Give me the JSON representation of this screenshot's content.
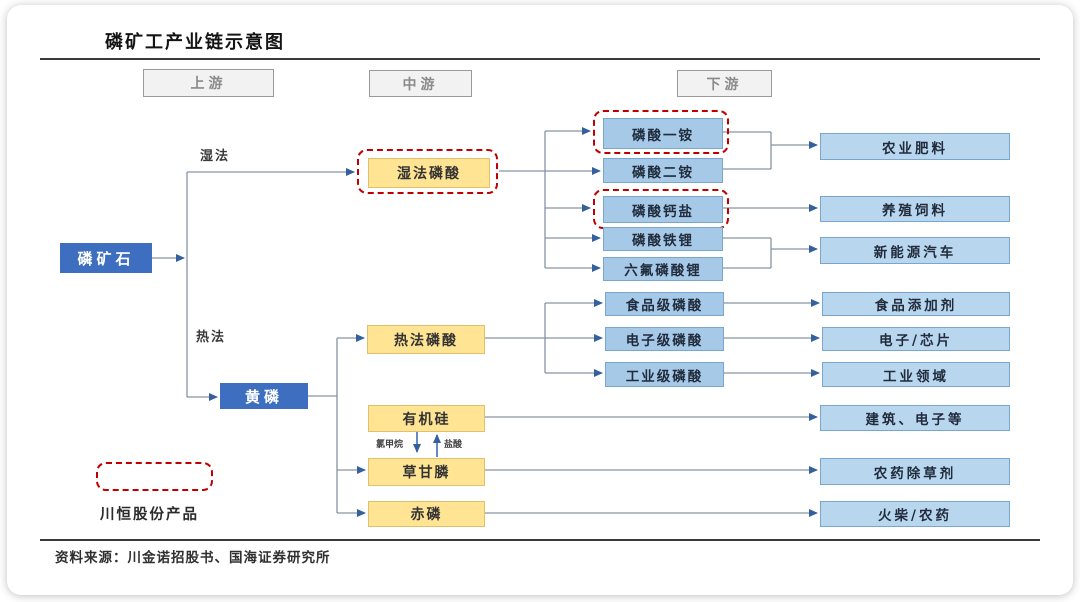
{
  "title": "磷矿工产业链示意图",
  "headers": {
    "upstream": "上游",
    "midstream": "中游",
    "downstream": "下游"
  },
  "upstream": {
    "ore": "磷矿石"
  },
  "process_labels": {
    "wet": "湿法",
    "thermal": "热法"
  },
  "midstream": {
    "wet_acid": "湿法磷酸",
    "yellow_phosphorus": "黄磷",
    "thermal_acid": "热法磷酸",
    "organosilicon": "有机硅",
    "glyphosate": "草甘膦",
    "red_phosphorus": "赤磷",
    "byproduct_down": "氯甲烷",
    "byproduct_up": "盐酸"
  },
  "downstream": {
    "map": "磷酸一铵",
    "dap": "磷酸二铵",
    "calcium_phosphate": "磷酸钙盐",
    "lfp": "磷酸铁锂",
    "lipf6": "六氟磷酸锂",
    "food_grade_acid": "食品级磷酸",
    "electronic_grade_acid": "电子级磷酸",
    "industrial_grade_acid": "工业级磷酸"
  },
  "applications": {
    "agriculture_fertilizer": "农业肥料",
    "breeding_feed": "养殖饲料",
    "nev": "新能源汽车",
    "food_additive": "食品添加剂",
    "electronics_chip": "电子/芯片",
    "industrial_field": "工业领域",
    "construction_electronics": "建筑、电子等",
    "herbicide": "农药除草剂",
    "match_pesticide": "火柴/农药"
  },
  "legend": {
    "label": "川恒股份产品"
  },
  "source": "资料来源：川金诺招股书、国海证券研究所",
  "colors": {
    "solid_blue": "#3D6EC0",
    "light_blue": "#A7C9E8",
    "yellow": "#FFE493",
    "highlight_red": "#C00000",
    "line_gray": "#8793A3",
    "arrow_blue": "#35609E"
  }
}
